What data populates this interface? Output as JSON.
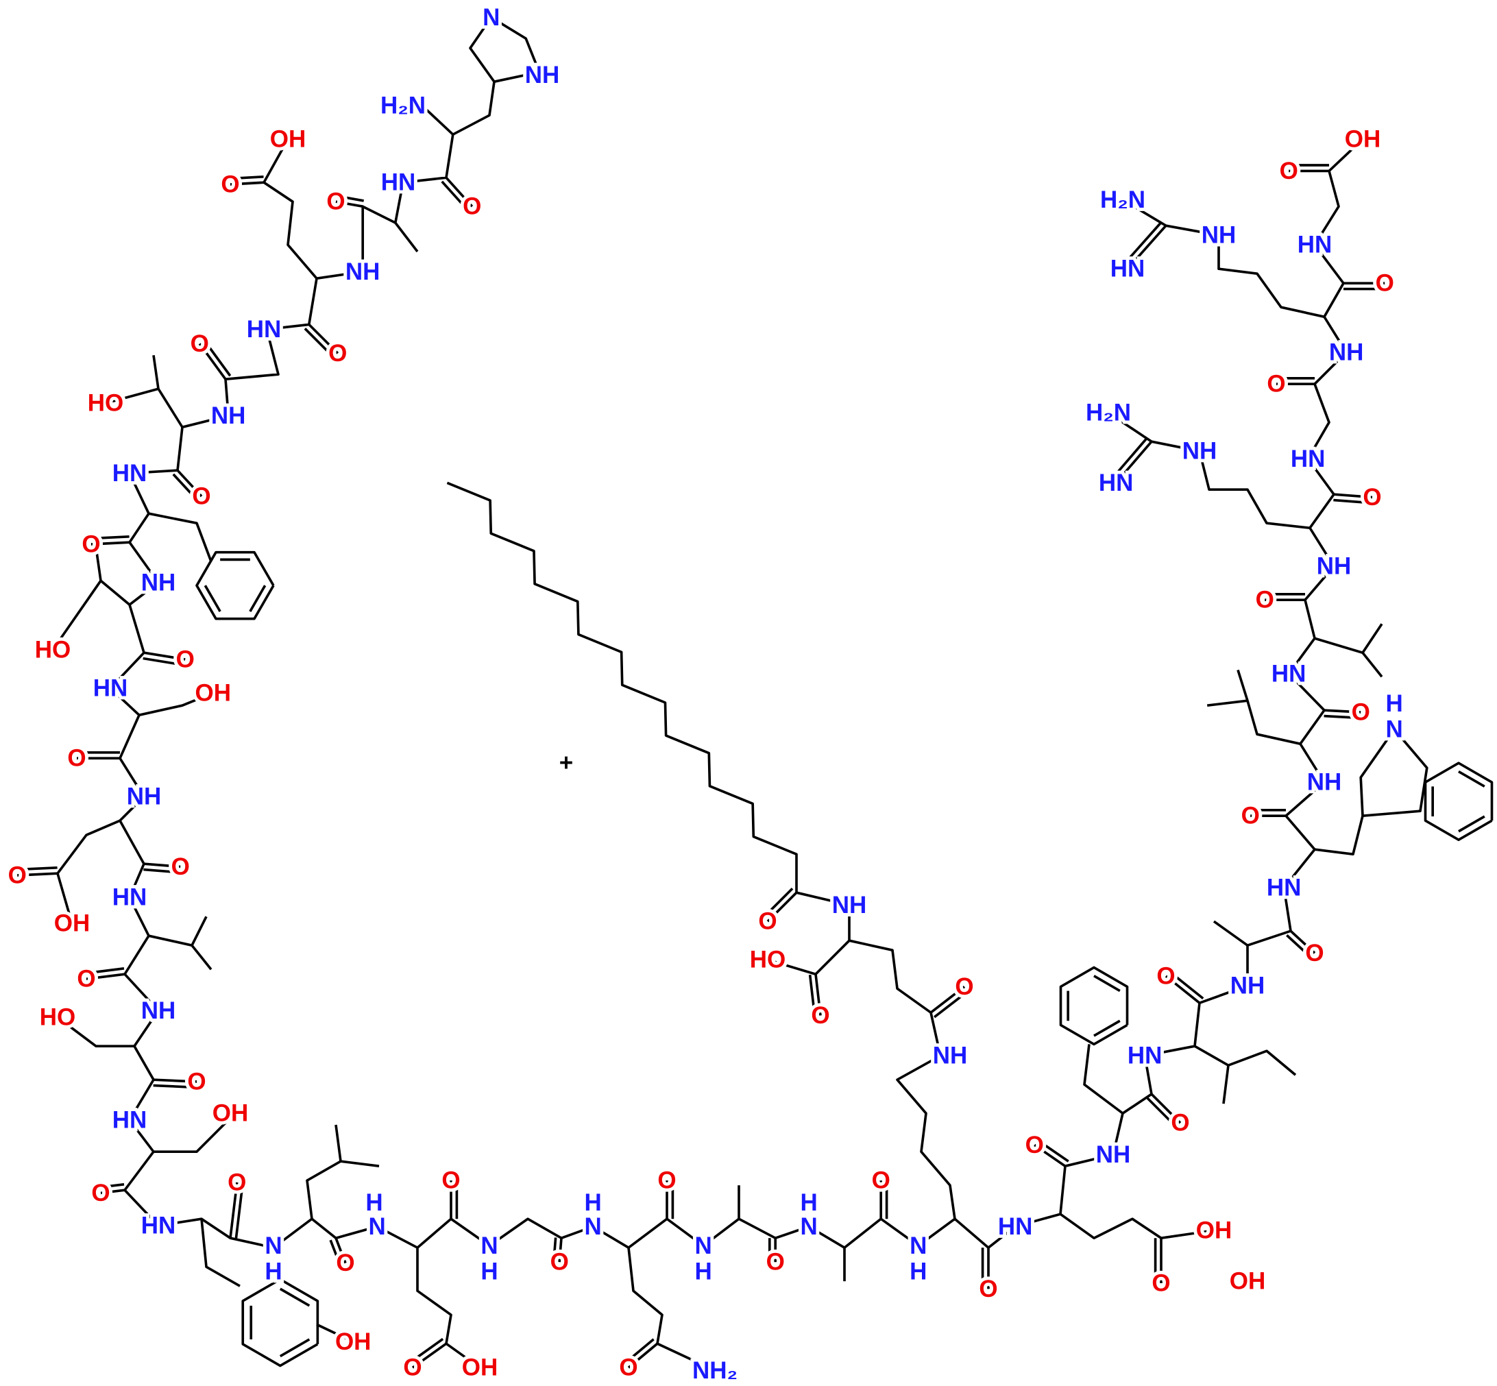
{
  "colors": {
    "N": "#1a1aff",
    "O": "#ee0000",
    "C": "#000000"
  },
  "plus_sign": "+",
  "labels": [
    {
      "t": "N",
      "c": "N"
    },
    {
      "t": "NH",
      "c": "N"
    },
    {
      "t": "H₂N",
      "c": "N"
    },
    {
      "t": "HN",
      "c": "N"
    },
    {
      "t": "O",
      "c": "O"
    },
    {
      "t": "O",
      "c": "O"
    },
    {
      "t": "NH",
      "c": "N"
    },
    {
      "t": "OH",
      "c": "O"
    },
    {
      "t": "O",
      "c": "O"
    },
    {
      "t": "HN",
      "c": "N"
    },
    {
      "t": "O",
      "c": "O"
    },
    {
      "t": "O",
      "c": "O"
    },
    {
      "t": "HO",
      "c": "O"
    },
    {
      "t": "NH",
      "c": "N"
    },
    {
      "t": "HN",
      "c": "N"
    },
    {
      "t": "O",
      "c": "O"
    },
    {
      "t": "O",
      "c": "O"
    },
    {
      "t": "NH",
      "c": "N"
    },
    {
      "t": "HO",
      "c": "O"
    },
    {
      "t": "O",
      "c": "O"
    },
    {
      "t": "HN",
      "c": "N"
    },
    {
      "t": "OH",
      "c": "O"
    },
    {
      "t": "O",
      "c": "O"
    },
    {
      "t": "NH",
      "c": "N"
    },
    {
      "t": "O",
      "c": "O"
    },
    {
      "t": "O",
      "c": "O"
    },
    {
      "t": "OH",
      "c": "O"
    },
    {
      "t": "HN",
      "c": "N"
    },
    {
      "t": "O",
      "c": "O"
    },
    {
      "t": "NH",
      "c": "N"
    },
    {
      "t": "HO",
      "c": "O"
    },
    {
      "t": "O",
      "c": "O"
    },
    {
      "t": "HN",
      "c": "N"
    },
    {
      "t": "OH",
      "c": "O"
    },
    {
      "t": "O",
      "c": "O"
    },
    {
      "t": "HN",
      "c": "N"
    },
    {
      "t": "O",
      "c": "O"
    },
    {
      "t": "N",
      "c": "N"
    },
    {
      "t": "H",
      "c": "N"
    },
    {
      "t": "O",
      "c": "O"
    },
    {
      "t": "H",
      "c": "N"
    },
    {
      "t": "N",
      "c": "N"
    },
    {
      "t": "O",
      "c": "O"
    },
    {
      "t": "N",
      "c": "N"
    },
    {
      "t": "H",
      "c": "N"
    },
    {
      "t": "O",
      "c": "O"
    },
    {
      "t": "H",
      "c": "N"
    },
    {
      "t": "N",
      "c": "N"
    },
    {
      "t": "O",
      "c": "O"
    },
    {
      "t": "N",
      "c": "N"
    },
    {
      "t": "H",
      "c": "N"
    },
    {
      "t": "O",
      "c": "O"
    },
    {
      "t": "H",
      "c": "N"
    },
    {
      "t": "N",
      "c": "N"
    },
    {
      "t": "O",
      "c": "O"
    },
    {
      "t": "N",
      "c": "N"
    },
    {
      "t": "H",
      "c": "N"
    },
    {
      "t": "O",
      "c": "O"
    },
    {
      "t": "HN",
      "c": "N"
    },
    {
      "t": "OH",
      "c": "O"
    },
    {
      "t": "O",
      "c": "O"
    },
    {
      "t": "OH",
      "c": "O"
    },
    {
      "t": "O",
      "c": "O"
    },
    {
      "t": "NH₂",
      "c": "N"
    },
    {
      "t": "OH",
      "c": "O"
    },
    {
      "t": "O",
      "c": "O"
    },
    {
      "t": "O",
      "c": "O"
    },
    {
      "t": "NH",
      "c": "N"
    },
    {
      "t": "O",
      "c": "O"
    },
    {
      "t": "HN",
      "c": "N"
    },
    {
      "t": "O",
      "c": "O"
    },
    {
      "t": "NH",
      "c": "N"
    },
    {
      "t": "O",
      "c": "O"
    },
    {
      "t": "HN",
      "c": "N"
    },
    {
      "t": "O",
      "c": "O"
    },
    {
      "t": "NH",
      "c": "N"
    },
    {
      "t": "O",
      "c": "O"
    },
    {
      "t": "HN",
      "c": "N"
    },
    {
      "t": "NH",
      "c": "N"
    },
    {
      "t": "O",
      "c": "O"
    },
    {
      "t": "HN",
      "c": "N"
    },
    {
      "t": "O",
      "c": "O"
    },
    {
      "t": "NH",
      "c": "N"
    },
    {
      "t": "O",
      "c": "O"
    },
    {
      "t": "HN",
      "c": "N"
    },
    {
      "t": "O",
      "c": "O"
    },
    {
      "t": "O",
      "c": "O"
    },
    {
      "t": "OH",
      "c": "O"
    },
    {
      "t": "H₂N",
      "c": "N"
    },
    {
      "t": "NH",
      "c": "N"
    },
    {
      "t": "HN",
      "c": "N"
    },
    {
      "t": "H₂N",
      "c": "N"
    },
    {
      "t": "NH",
      "c": "N"
    },
    {
      "t": "HN",
      "c": "N"
    },
    {
      "t": "H",
      "c": "N"
    },
    {
      "t": "N",
      "c": "N"
    },
    {
      "t": "O",
      "c": "O"
    },
    {
      "t": "NH",
      "c": "N"
    },
    {
      "t": "HO",
      "c": "O"
    },
    {
      "t": "O",
      "c": "O"
    },
    {
      "t": "O",
      "c": "O"
    },
    {
      "t": "NH",
      "c": "N"
    },
    {
      "t": "OH",
      "c": "O"
    }
  ]
}
